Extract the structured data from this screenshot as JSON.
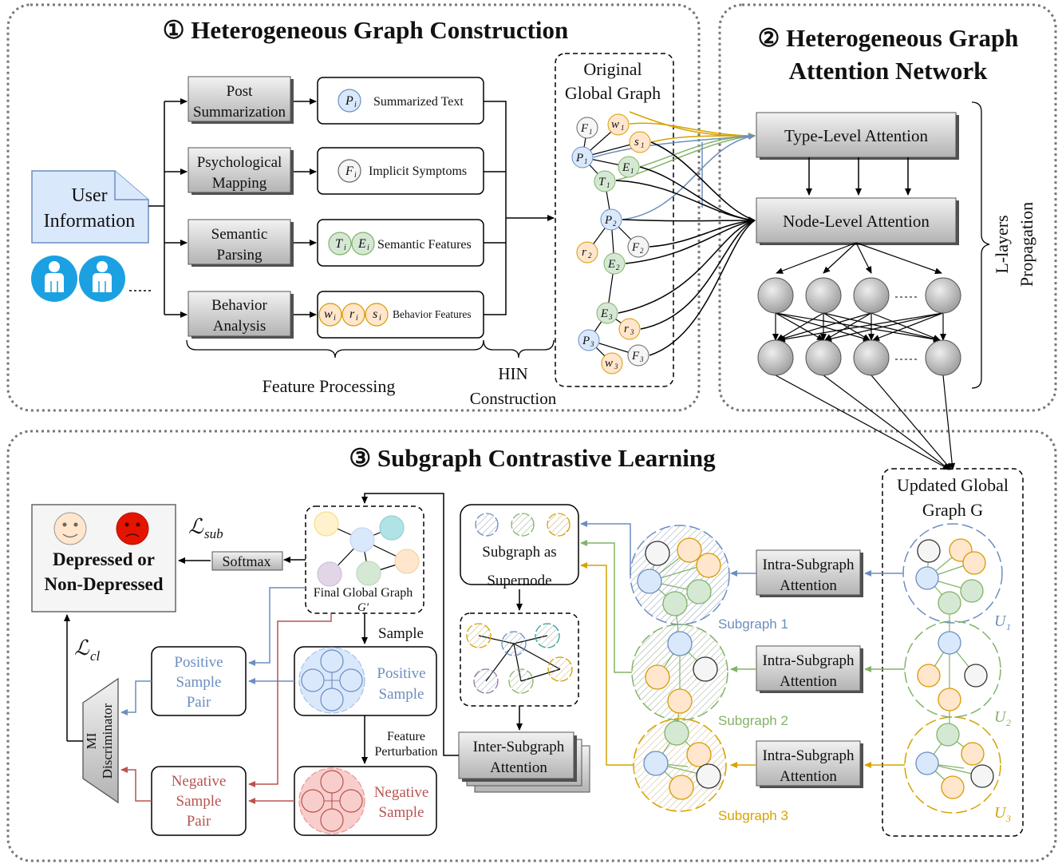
{
  "section1": {
    "title": "① Heterogeneous Graph Construction"
  },
  "section2": {
    "title_line1": "② Heterogeneous Graph",
    "title_line2": "Attention Network"
  },
  "section3": {
    "title": "③ Subgraph Contrastive Learning"
  },
  "user": {
    "line1": "User",
    "line2": "Information"
  },
  "steps": [
    {
      "line1": "Post",
      "line2": "Summarization",
      "feature": "Summarized Text"
    },
    {
      "line1": "Psychological",
      "line2": "Mapping",
      "feature": "Implicit Symptoms"
    },
    {
      "line1": "Semantic",
      "line2": "Parsing",
      "feature": "Semantic Features"
    },
    {
      "line1": "Behavior",
      "line2": "Analysis",
      "feature": "Behavior Features"
    }
  ],
  "feature_nodes": {
    "p": "P",
    "f": "F",
    "t": "T",
    "e": "E",
    "w": "w",
    "r": "r",
    "s": "s",
    "sub": "i"
  },
  "labels": {
    "feature_processing": "Feature Processing",
    "hin_line1": "HIN",
    "hin_line2": "Construction",
    "original_line1": "Original",
    "original_line2": "Global Graph",
    "type_level": "Type-Level Attention",
    "node_level": "Node-Level Attention",
    "l_layers_1": "L-layers",
    "l_layers_2": "Propagation",
    "updated_line1": "Updated Global",
    "updated_line2": "Graph G",
    "intra_line1": "Intra-Subgraph",
    "intra_line2": "Attention",
    "inter_line1": "Inter-Subgraph",
    "inter_line2": "Attention",
    "subgraph_supernode_1": "Subgraph as",
    "subgraph_supernode_2": "Supernode",
    "subgraph1": "Subgraph 1",
    "subgraph2": "Subgraph 2",
    "subgraph3": "Subgraph 3",
    "final_graph_1": "Final Global Graph",
    "final_graph_2": "G'",
    "sample": "Sample",
    "feature_pert_1": "Feature",
    "feature_pert_2": "Perturbation",
    "positive_sample_1": "Positive",
    "positive_sample_2": "Sample",
    "negative_sample_1": "Negative",
    "negative_sample_2": "Sample",
    "positive_pair_1": "Positive",
    "positive_pair_2": "Sample",
    "positive_pair_3": "Pair",
    "negative_pair_1": "Negative",
    "negative_pair_2": "Sample",
    "negative_pair_3": "Pair",
    "mi_1": "MI",
    "mi_2": "Discriminator",
    "softmax": "Softmax",
    "outcome_1": "Depressed or",
    "outcome_2": "Non-Depressed",
    "loss_sub": "ℒ",
    "loss_sub_idx": "sub",
    "loss_cl": "ℒ",
    "loss_cl_idx": "cl",
    "u1": "U",
    "u1_idx": "1",
    "u2": "U",
    "u2_idx": "2",
    "u3": "U",
    "u3_idx": "3"
  },
  "graph_nodes": {
    "F1": [
      "F",
      "1"
    ],
    "w1": [
      "w",
      "1"
    ],
    "P1": [
      "P",
      "1"
    ],
    "s1": [
      "s",
      "1"
    ],
    "E1": [
      "E",
      "1"
    ],
    "T1": [
      "T",
      "1"
    ],
    "P2": [
      "P",
      "2"
    ],
    "r2": [
      "r",
      "2"
    ],
    "F2": [
      "F",
      "2"
    ],
    "E2": [
      "E",
      "2"
    ],
    "E3": [
      "E",
      "3"
    ],
    "r3": [
      "r",
      "3"
    ],
    "P3": [
      "P",
      "3"
    ],
    "F3": [
      "F",
      "3"
    ],
    "w3": [
      "w",
      "3"
    ]
  },
  "colors": {
    "blue": "#dae8fc",
    "blue_stroke": "#6c8ebf",
    "green": "#d5e8d4",
    "green_stroke": "#82b366",
    "orange": "#ffe6cc",
    "orange_stroke": "#d79b00",
    "gray_node": "#f5f5f5",
    "gray_stroke": "#666666",
    "red_face": "#e51400",
    "sub1_text": "#6c8ebf",
    "sub2_text": "#82b366",
    "sub3_text": "#d6a300",
    "neg_text": "#b85450",
    "pos_text": "#6c8ebf"
  }
}
